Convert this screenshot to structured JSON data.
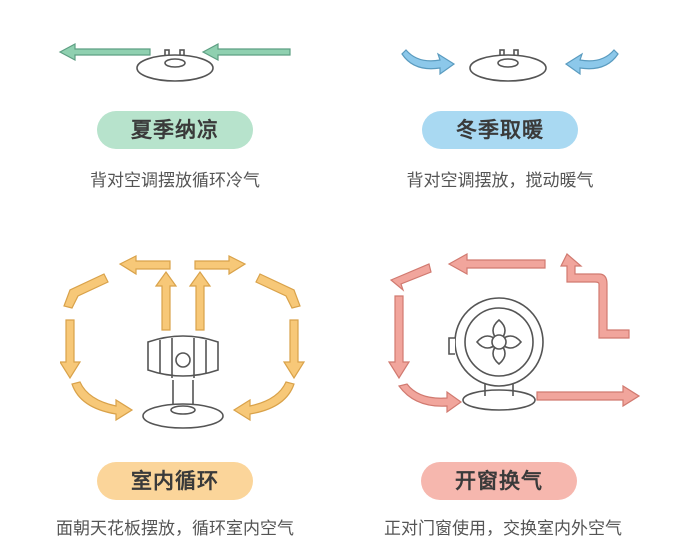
{
  "modes": [
    {
      "title": "夏季纳凉",
      "description": "背对空调摆放循环冷气",
      "pill_color": "#b7e3cc",
      "arrow_color": "#8fd0b0"
    },
    {
      "title": "冬季取暖",
      "description": "背对空调摆放，搅动暖气",
      "pill_color": "#a9d9f2",
      "arrow_color": "#8cc8ea"
    },
    {
      "title": "室内循环",
      "description": "面朝天花板摆放，循环室内空气",
      "pill_color": "#fbd59a",
      "arrow_color": "#f7c878"
    },
    {
      "title": "开窗换气",
      "description": "正对门窗使用，交换室内外空气",
      "pill_color": "#f6b7ae",
      "arrow_color": "#f1a59c"
    }
  ]
}
